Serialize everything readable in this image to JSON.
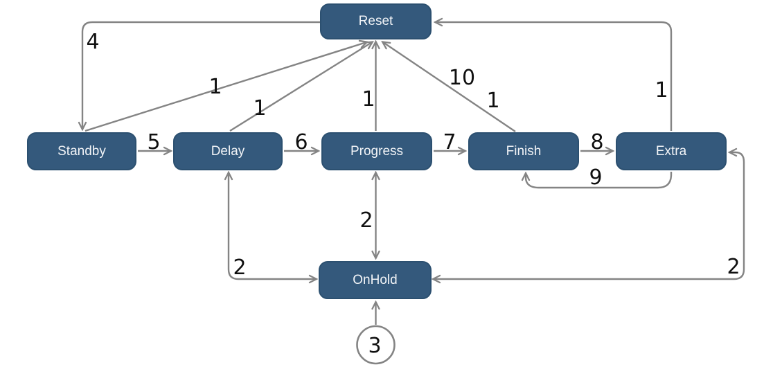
{
  "diagram": {
    "type": "state-transition-diagram",
    "background_color": "#ffffff",
    "node_fill_color": "#34597C",
    "node_text_color": "#F2F4F7",
    "edge_color": "#848484",
    "edge_label_color": "#101010",
    "states": [
      {
        "id": "reset",
        "label": "Reset"
      },
      {
        "id": "standby",
        "label": "Standby"
      },
      {
        "id": "delay",
        "label": "Delay"
      },
      {
        "id": "progress",
        "label": "Progress"
      },
      {
        "id": "finish",
        "label": "Finish"
      },
      {
        "id": "extra",
        "label": "Extra"
      },
      {
        "id": "onhold",
        "label": "OnHold"
      }
    ],
    "start_marker": {
      "label": "3",
      "points_to": "OnHold"
    },
    "transitions": [
      {
        "from": "Reset",
        "to": "Standby",
        "label": "4"
      },
      {
        "from": "Standby",
        "to": "Reset",
        "label": "1"
      },
      {
        "from": "Delay",
        "to": "Reset",
        "label": "1"
      },
      {
        "from": "Progress",
        "to": "Reset",
        "label": "1"
      },
      {
        "from": "Finish",
        "to": "Reset",
        "label": "10"
      },
      {
        "from": "Finish",
        "to": "Reset",
        "label": "1"
      },
      {
        "from": "Extra",
        "to": "Reset",
        "label": "1"
      },
      {
        "from": "Standby",
        "to": "Delay",
        "label": "5"
      },
      {
        "from": "Delay",
        "to": "Progress",
        "label": "6"
      },
      {
        "from": "Progress",
        "to": "Finish",
        "label": "7"
      },
      {
        "from": "Finish",
        "to": "Extra",
        "label": "8"
      },
      {
        "from": "Extra",
        "to": "Finish",
        "label": "9"
      },
      {
        "from": "Progress",
        "to": "OnHold",
        "label": "2",
        "bidirectional": true
      },
      {
        "from": "Delay",
        "to": "OnHold",
        "label": "2",
        "bidirectional": true
      },
      {
        "from": "Extra",
        "to": "OnHold",
        "label": "2",
        "bidirectional": true
      }
    ]
  }
}
